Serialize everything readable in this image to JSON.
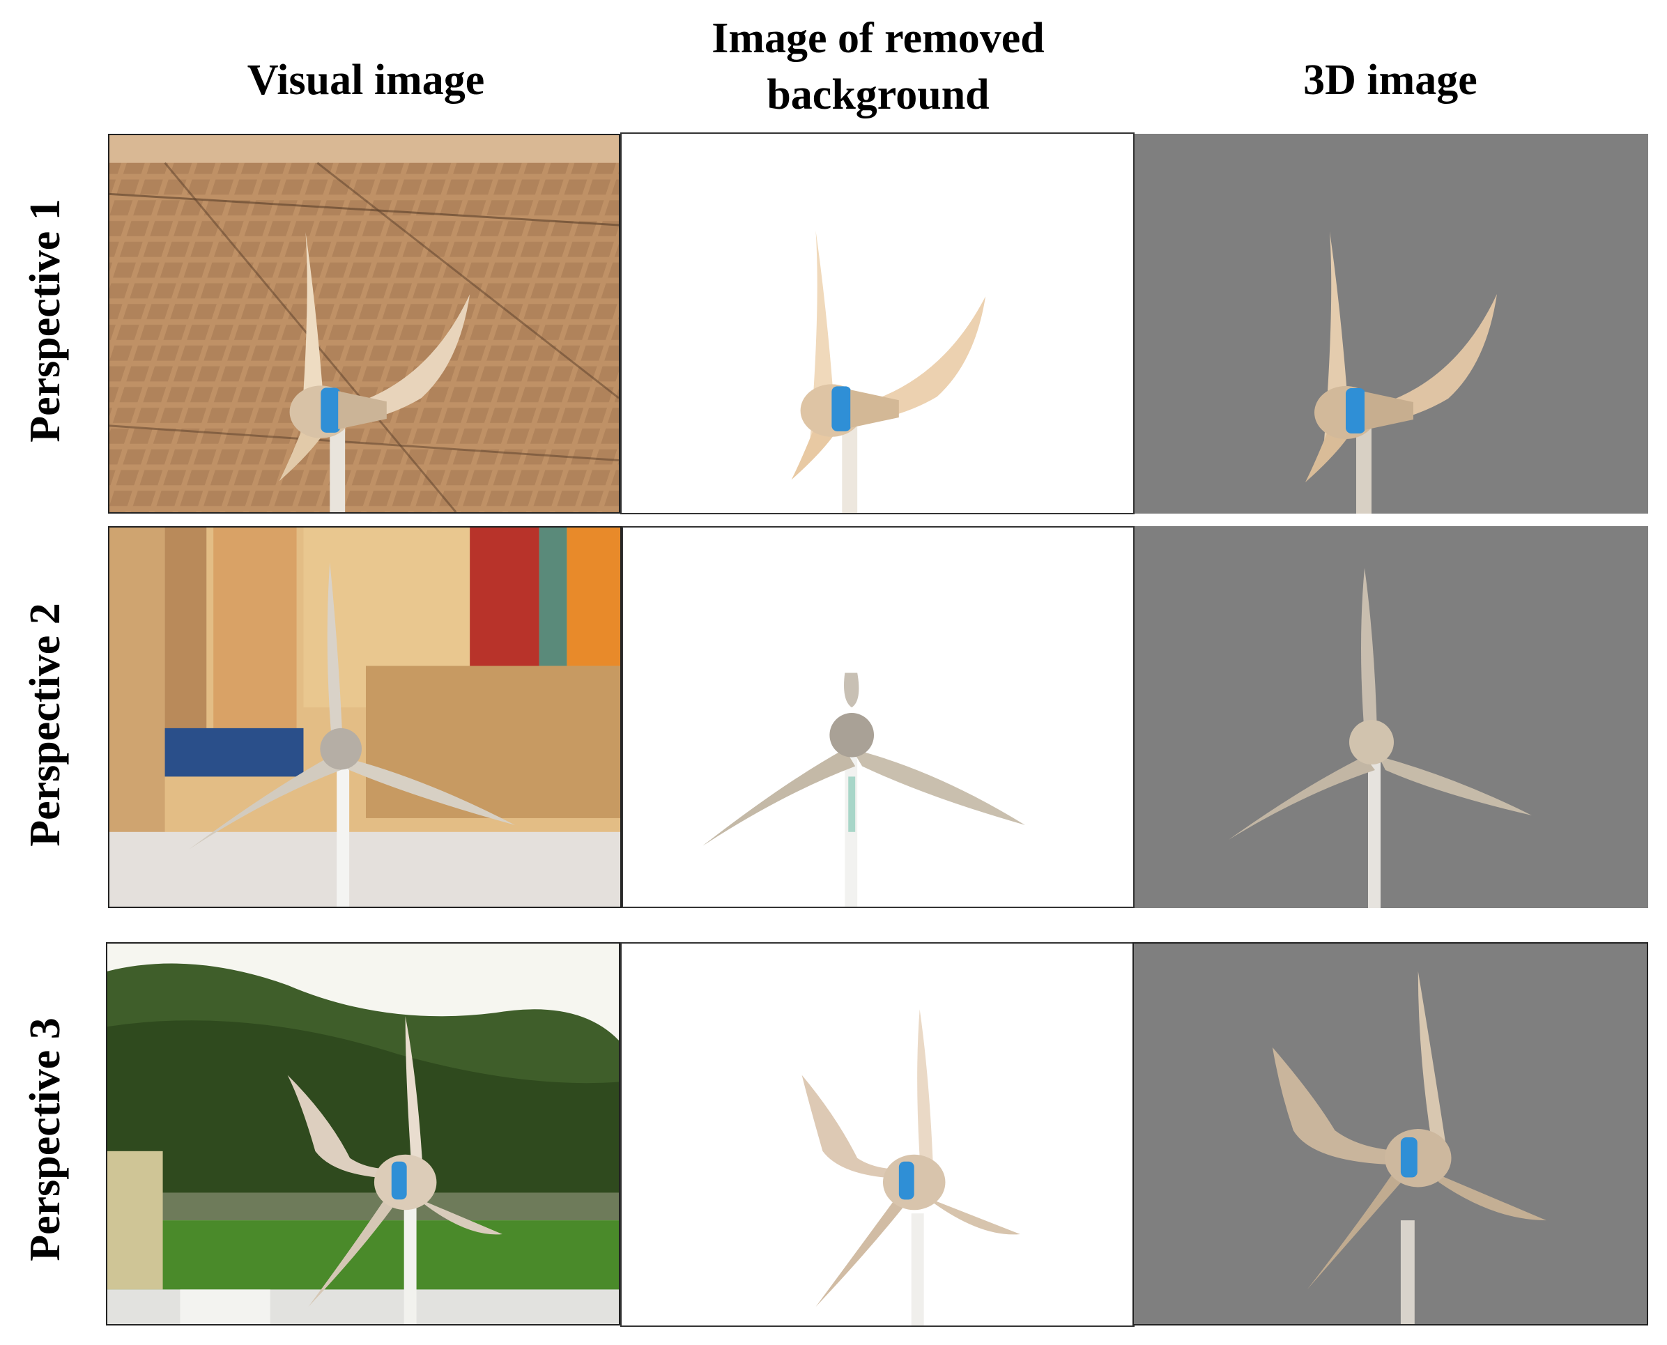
{
  "headers": {
    "col1": "Visual image",
    "col2_line1": "Image of removed",
    "col2_line2": "background",
    "col3": "3D image"
  },
  "rows": [
    {
      "label": "Perspective 1"
    },
    {
      "label": "Perspective 2"
    },
    {
      "label": "Perspective 3"
    }
  ],
  "colors": {
    "panel_gray": "#7f7f7f",
    "turbine_body": "#e7d2b8",
    "hub_band": "#2f8fd6",
    "roof_tile": "#b98a5e"
  }
}
